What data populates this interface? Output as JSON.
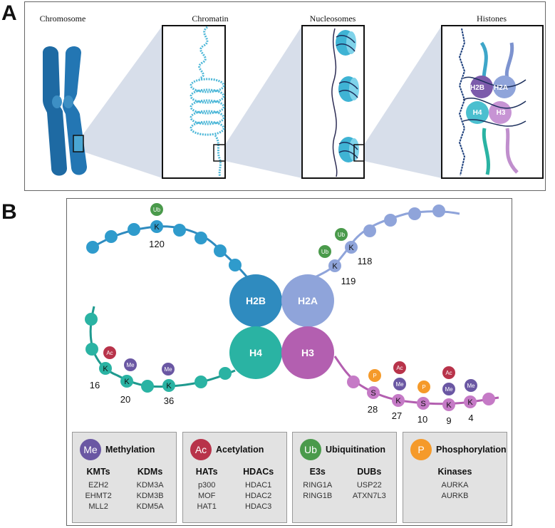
{
  "panel_a": {
    "letter": "A",
    "labels": [
      "Chromosome",
      "Chromatin",
      "Nucleosomes",
      "Histones"
    ],
    "histone_labels": [
      "H2B",
      "H2A",
      "H4",
      "H3"
    ]
  },
  "panel_b": {
    "letter": "B",
    "core": [
      "H2B",
      "H2A",
      "H4",
      "H3"
    ],
    "h2b_site": {
      "residue": "K",
      "number": "120",
      "mod": "Ub"
    },
    "h2a_sites": [
      {
        "residue": "K",
        "number": "118",
        "mod": "Ub"
      },
      {
        "residue": "K",
        "number": "119",
        "mod": "Ub"
      }
    ],
    "h4_sites": [
      {
        "residue": "K",
        "number": "16",
        "mods": [
          "Ac"
        ]
      },
      {
        "residue": "K",
        "number": "20",
        "mods": [
          "Me"
        ]
      },
      {
        "residue": "K",
        "number": "36",
        "mods": [
          "Me"
        ]
      }
    ],
    "h3_sites": [
      {
        "residue": "S",
        "number": "28",
        "mods": [
          "P"
        ]
      },
      {
        "residue": "K",
        "number": "27",
        "mods": [
          "Ac",
          "Me"
        ]
      },
      {
        "residue": "S",
        "number": "10",
        "mods": [
          "P"
        ]
      },
      {
        "residue": "K",
        "number": "9",
        "mods": [
          "Ac",
          "Me"
        ]
      },
      {
        "residue": "K",
        "number": "4",
        "mods": [
          "Me"
        ]
      }
    ]
  },
  "legend": [
    {
      "badge": "Me",
      "title": "Methylation",
      "color": "#6a57a3",
      "columns": [
        {
          "header": "KMTs",
          "items": [
            "EZH2",
            "EHMT2",
            "MLL2"
          ]
        },
        {
          "header": "KDMs",
          "items": [
            "KDM3A",
            "KDM3B",
            "KDM5A"
          ]
        }
      ]
    },
    {
      "badge": "Ac",
      "title": "Acetylation",
      "color": "#b8334a",
      "columns": [
        {
          "header": "HATs",
          "items": [
            "p300",
            "MOF",
            "HAT1"
          ]
        },
        {
          "header": "HDACs",
          "items": [
            "HDAC1",
            "HDAC2",
            "HDAC3"
          ]
        }
      ]
    },
    {
      "badge": "Ub",
      "title": "Ubiquitination",
      "color": "#4a9a4b",
      "columns": [
        {
          "header": "E3s",
          "items": [
            "RING1A",
            "RING1B"
          ]
        },
        {
          "header": "DUBs",
          "items": [
            "USP22",
            "ATXN7L3"
          ]
        }
      ]
    },
    {
      "badge": "P",
      "title": "Phosphorylation",
      "color": "#f59a2a",
      "columns": [
        {
          "header": "Kinases",
          "items": [
            "AURKA",
            "AURKB"
          ]
        }
      ]
    }
  ],
  "colors": {
    "h2b": "#2f8bbf",
    "h2a": "#8fa4da",
    "h4": "#2ab3a3",
    "h3": "#b35fb0",
    "chromosome": "#1e6aa3",
    "chromatin": "#4fb8d8",
    "shade": "#c9d3e3"
  }
}
